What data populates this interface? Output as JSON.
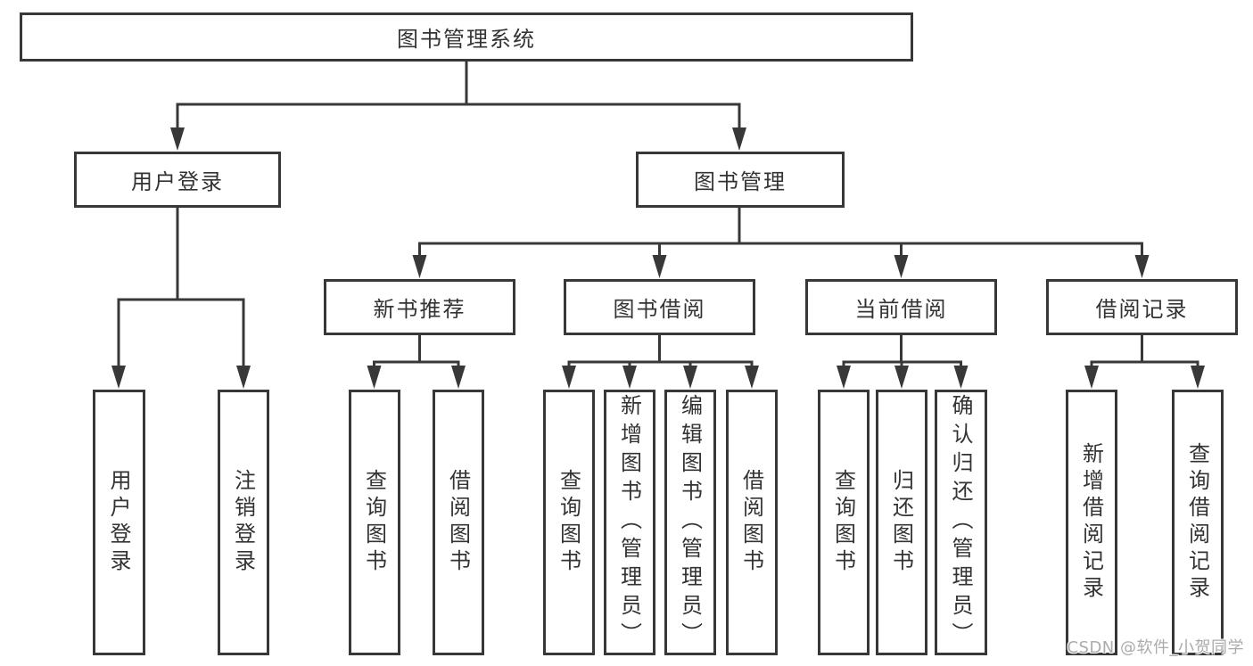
{
  "diagram": {
    "root": {
      "label": "图书管理系统"
    },
    "level2": [
      {
        "label": "用户登录"
      },
      {
        "label": "图书管理"
      }
    ],
    "level3": [
      {
        "label": "新书推荐"
      },
      {
        "label": "图书借阅"
      },
      {
        "label": "当前借阅"
      },
      {
        "label": "借阅记录"
      }
    ],
    "leaves": {
      "user_login": [
        "用户登录",
        "注销登录"
      ],
      "new_book_recommendation": [
        "查询图书",
        "借阅图书"
      ],
      "book_borrowing": [
        "查询图书",
        "新增图书（管理员）",
        "编辑图书（管理员）",
        "借阅图书"
      ],
      "current_borrowing": [
        "查询图书",
        "归还图书",
        "确认归还（管理员）"
      ],
      "borrowing_records": [
        "新增借阅记录",
        "查询借阅记录"
      ]
    }
  },
  "watermark": {
    "text": "CSDN @软件_小贺同学"
  },
  "colors": {
    "line": "#383838",
    "box_border": "#383838",
    "text": "#333333",
    "background": "#ffffff",
    "watermark": "#ababab"
  }
}
